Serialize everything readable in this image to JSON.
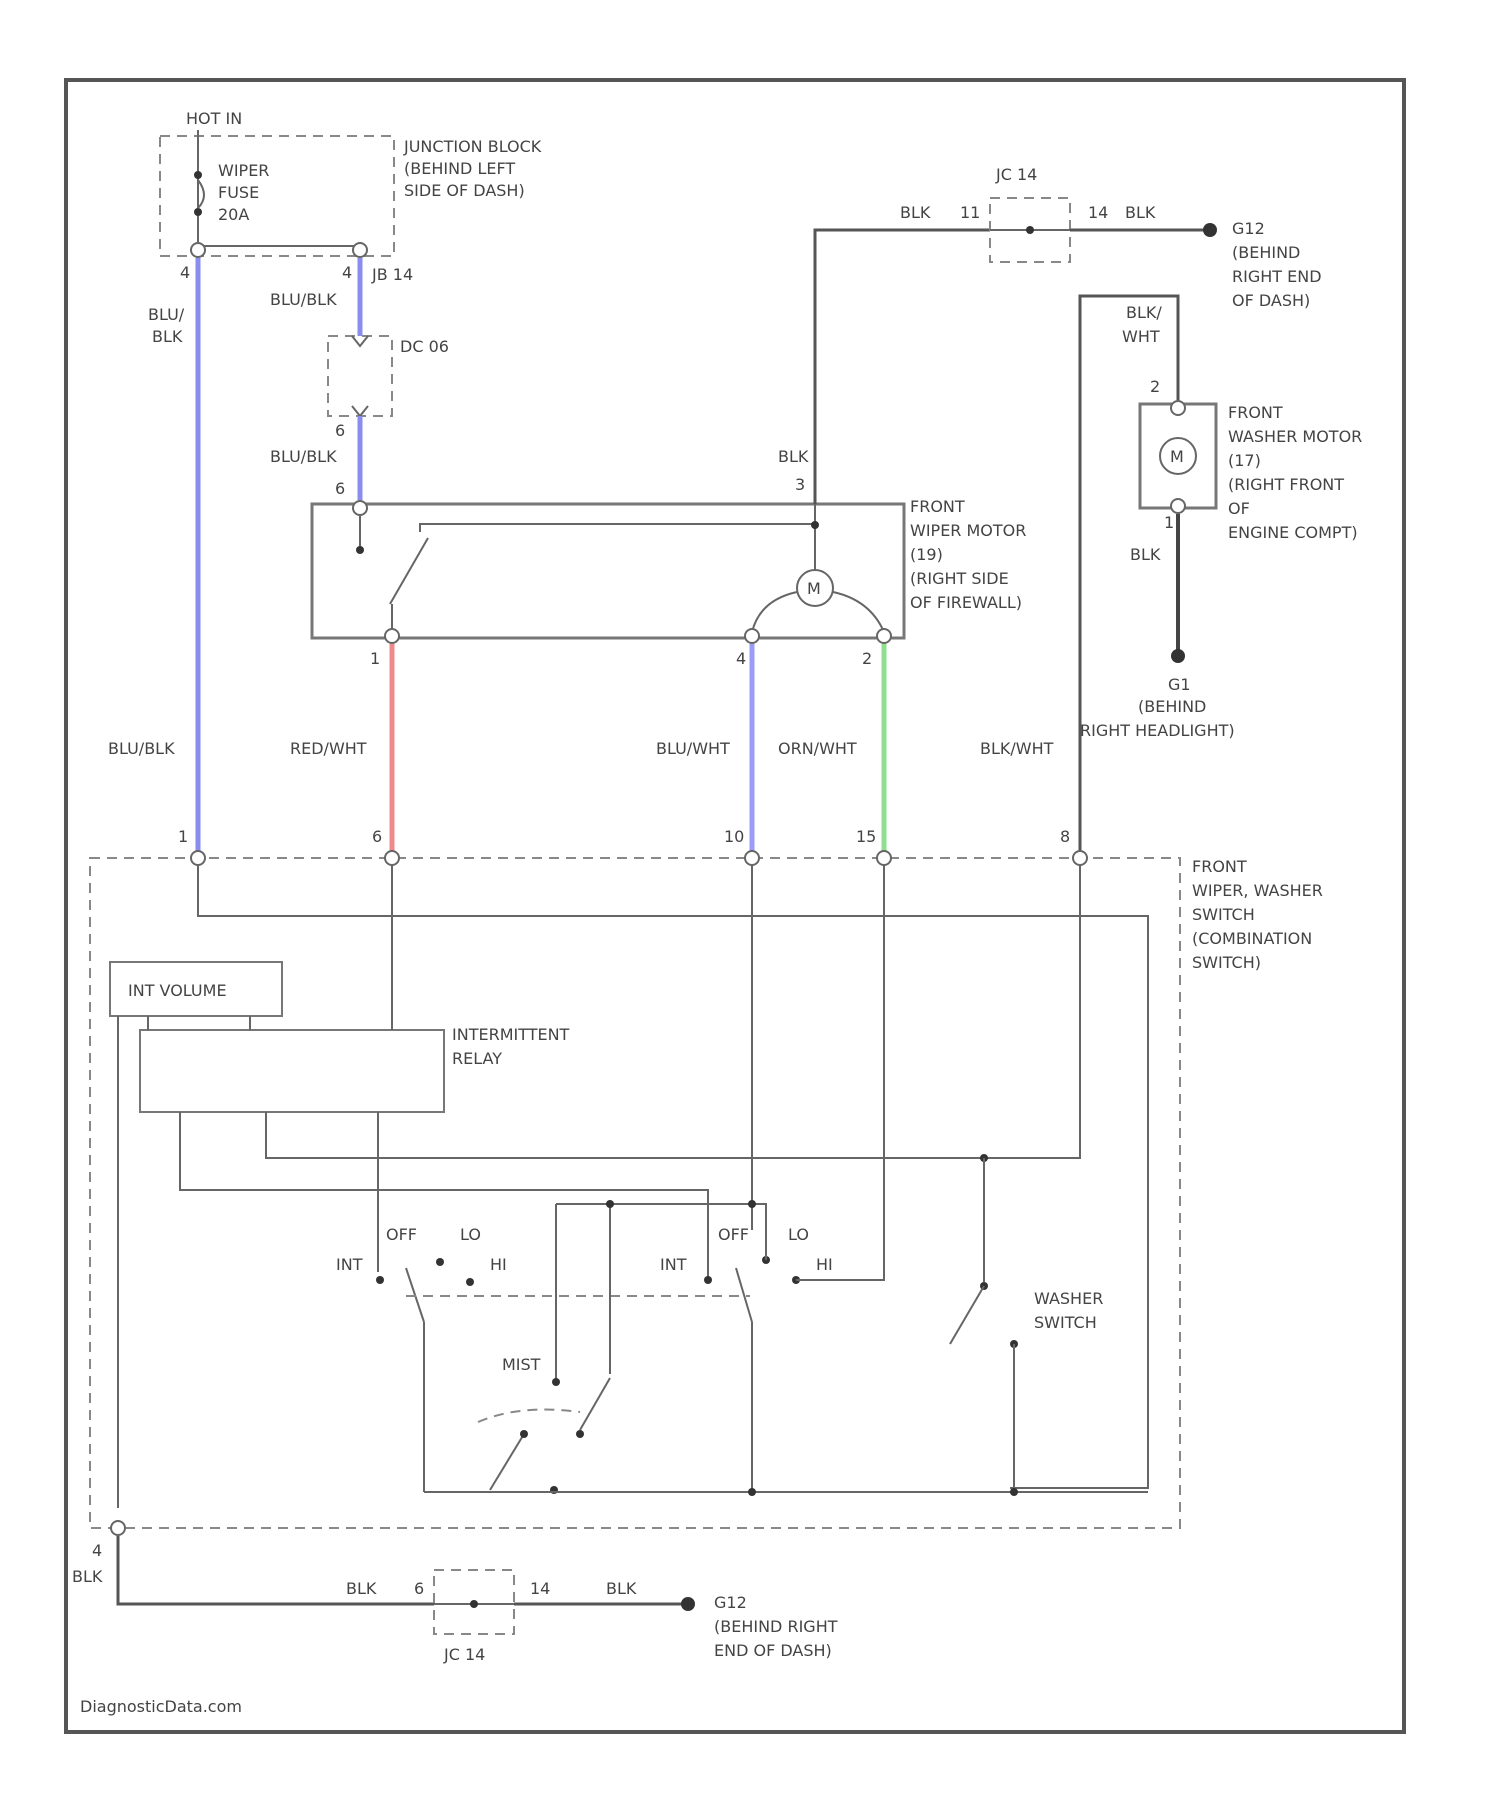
{
  "fuse_box": {
    "hot": "HOT IN",
    "fuse": [
      "WIPER",
      "FUSE",
      "20A"
    ],
    "box": [
      "JUNCTION BLOCK",
      "(BEHIND LEFT",
      "SIDE OF DASH)"
    ],
    "pin_a": "4",
    "pin_b": "4"
  },
  "connectors": {
    "jb": "JB 14",
    "jc_top": "JC 14",
    "jc_top_pin_a": "11",
    "jc_top_pin_b": "14",
    "dc": "DC 06",
    "jc_bottom": "JC 14",
    "jc_bottom_pin_a": "6",
    "jc_bottom_pin_b": "14"
  },
  "wires": {
    "blu_blk_left_1": "BLU/",
    "blu_blk_left_2": "BLK",
    "blu_blk_a": "BLU/BLK",
    "blu_blk_b": "BLU/BLK",
    "blk_top_a": "BLK",
    "blk_top_b": "BLK",
    "blk_motor": "BLK",
    "blk_wht_1": "BLK/",
    "blk_wht_2": "WHT",
    "blk_washer": "BLK",
    "blu_blk_lower": "BLU/BLK",
    "red_wht": "RED/WHT",
    "blu_wht": "BLU/WHT",
    "orn_wht": "ORN/WHT",
    "blk_wht_lower": "BLK/WHT",
    "blk_bottom_a": "BLK",
    "blk_bottom_b": "BLK",
    "blk_bottom_left": "BLK"
  },
  "pins": {
    "dc_a": "6",
    "dc_b": "6",
    "motor_blk": "3",
    "motor_1": "1",
    "motor_2": "4",
    "motor_3": "2",
    "washer_top": "2",
    "washer_bottom": "1",
    "sw_1": "1",
    "sw_2": "6",
    "sw_3": "10",
    "sw_4": "15",
    "sw_5": "8",
    "ground_pin": "4"
  },
  "grounds": {
    "g12_top": [
      "G12",
      "(BEHIND",
      "RIGHT END",
      "OF DASH)"
    ],
    "g1": [
      "G1",
      "(BEHIND",
      "RIGHT HEADLIGHT)"
    ],
    "g12_bottom": [
      "G12",
      "(BEHIND RIGHT",
      "END OF DASH)"
    ]
  },
  "components": {
    "wiper_motor": [
      "FRONT",
      "WIPER MOTOR",
      "(19)",
      "(RIGHT SIDE",
      "OF FIREWALL)"
    ],
    "washer_motor": [
      "FRONT",
      "WASHER MOTOR",
      "(17)",
      "(RIGHT FRONT",
      "OF",
      "ENGINE COMPT)"
    ],
    "motor_symbol": "M",
    "switch_label": [
      "FRONT",
      "WIPER, WASHER",
      "SWITCH",
      "(COMBINATION",
      "SWITCH)"
    ],
    "int_volume": "INT VOLUME",
    "relay": [
      "INTERMITTENT",
      "RELAY"
    ],
    "washer_switch": [
      "WASHER",
      "SWITCH"
    ],
    "sw1_int": "INT",
    "sw1_off": "OFF",
    "sw1_lo": "LO",
    "sw1_hi": "HI",
    "sw2_int": "INT",
    "sw2_off": "OFF",
    "sw2_lo": "LO",
    "sw2_hi": "HI",
    "mist": "MIST"
  },
  "footer": "DiagnosticData.com",
  "colors": {
    "blu_blk": "#8a8cf0",
    "red_wht": "#f08a8a",
    "blu_wht": "#9a9cf5",
    "orn_wht": "#8ee08e",
    "wire": "#555555"
  }
}
